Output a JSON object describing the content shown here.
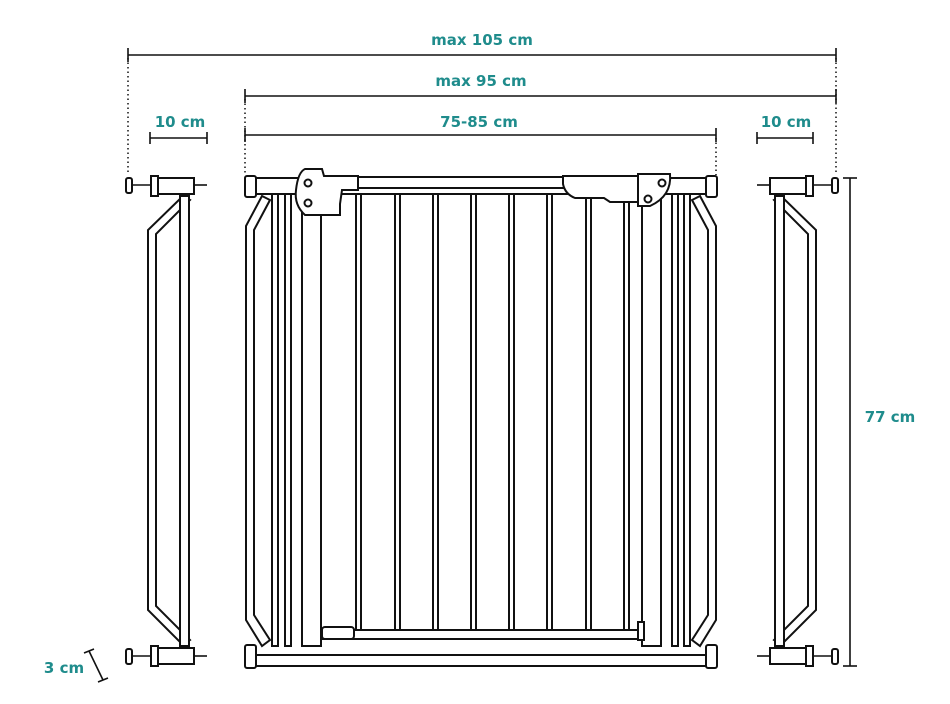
{
  "dimensions": {
    "max_total": "max 105 cm",
    "max_gate": "max 95 cm",
    "gate_range": "75-85 cm",
    "extension_left": "10 cm",
    "extension_right": "10 cm",
    "height": "77 cm",
    "extension_depth": "3 cm"
  },
  "colors": {
    "label": "#1f8c8c",
    "line": "#111111"
  }
}
